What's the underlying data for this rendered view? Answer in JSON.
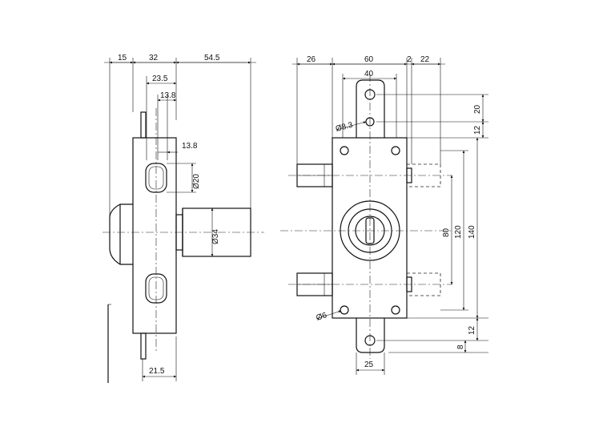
{
  "side_view": {
    "dim_top": [
      "15",
      "32",
      "54.5"
    ],
    "dim_23_5": "23.5",
    "dim_13_8_top": "13.8",
    "dim_13_8_mid": "13.8",
    "dim_dia20": "Ø20",
    "dim_dia34": "Ø34",
    "dim_21_5": "21.5"
  },
  "front_view": {
    "dim_26": "26",
    "dim_60": "60",
    "dim_2": "2",
    "dim_22": "22",
    "dim_40": "40",
    "dim_20": "20",
    "dim_12_top": "12",
    "dim_dia8_3": "Ø8.3",
    "dim_80": "80",
    "dim_120": "120",
    "dim_140": "140",
    "dim_dia6": "Ø6",
    "dim_12_bottom": "12",
    "dim_8": "8",
    "dim_25": "25"
  }
}
